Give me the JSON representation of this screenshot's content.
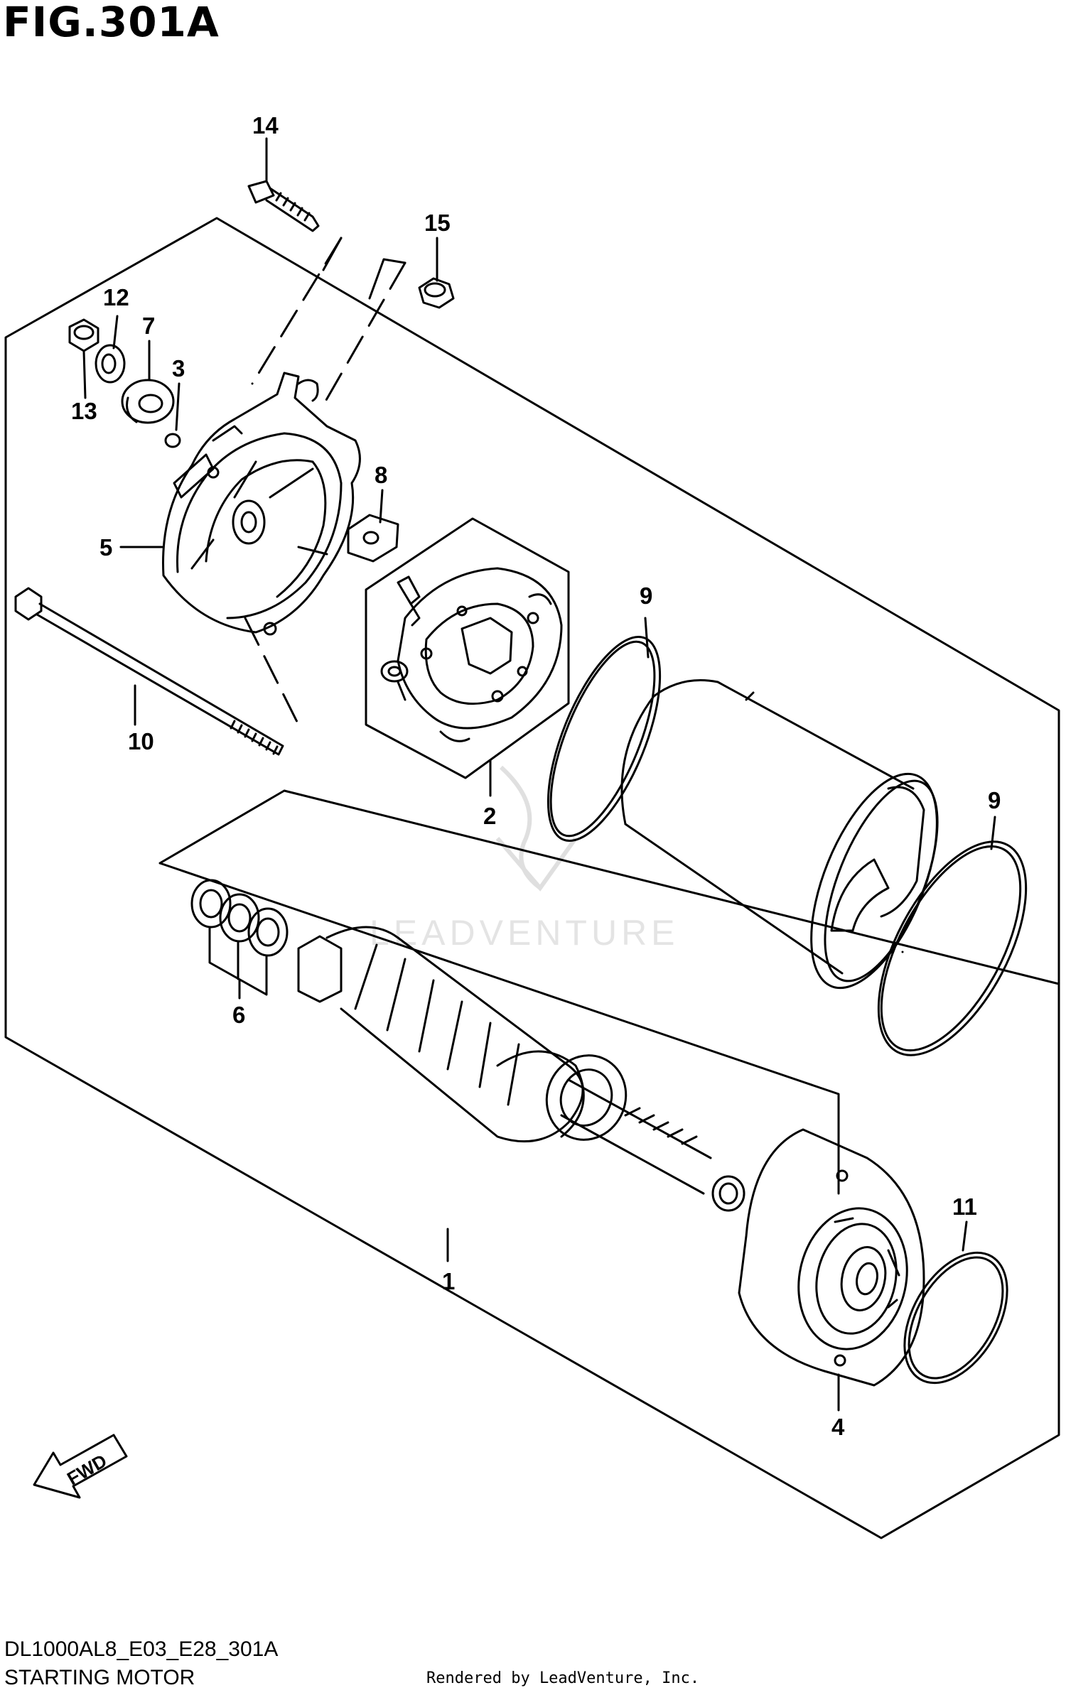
{
  "figure": {
    "title": "FIG.301A",
    "model_code": "DL1000AL8_E03_E28_301A",
    "caption": "STARTING MOTOR",
    "credit": "Rendered by LeadVenture, Inc.",
    "watermark": "LEADVENTURE"
  },
  "callouts": [
    {
      "id": "14",
      "label": "14"
    },
    {
      "id": "15",
      "label": "15"
    },
    {
      "id": "12",
      "label": "12"
    },
    {
      "id": "7",
      "label": "7"
    },
    {
      "id": "3",
      "label": "3"
    },
    {
      "id": "13",
      "label": "13"
    },
    {
      "id": "8",
      "label": "8"
    },
    {
      "id": "5",
      "label": "5"
    },
    {
      "id": "10",
      "label": "10"
    },
    {
      "id": "9a",
      "label": "9"
    },
    {
      "id": "2",
      "label": "2"
    },
    {
      "id": "9b",
      "label": "9"
    },
    {
      "id": "6",
      "label": "6"
    },
    {
      "id": "1",
      "label": "1"
    },
    {
      "id": "11",
      "label": "11"
    },
    {
      "id": "4",
      "label": "4"
    }
  ],
  "direction_arrow": {
    "label": "FWD"
  }
}
